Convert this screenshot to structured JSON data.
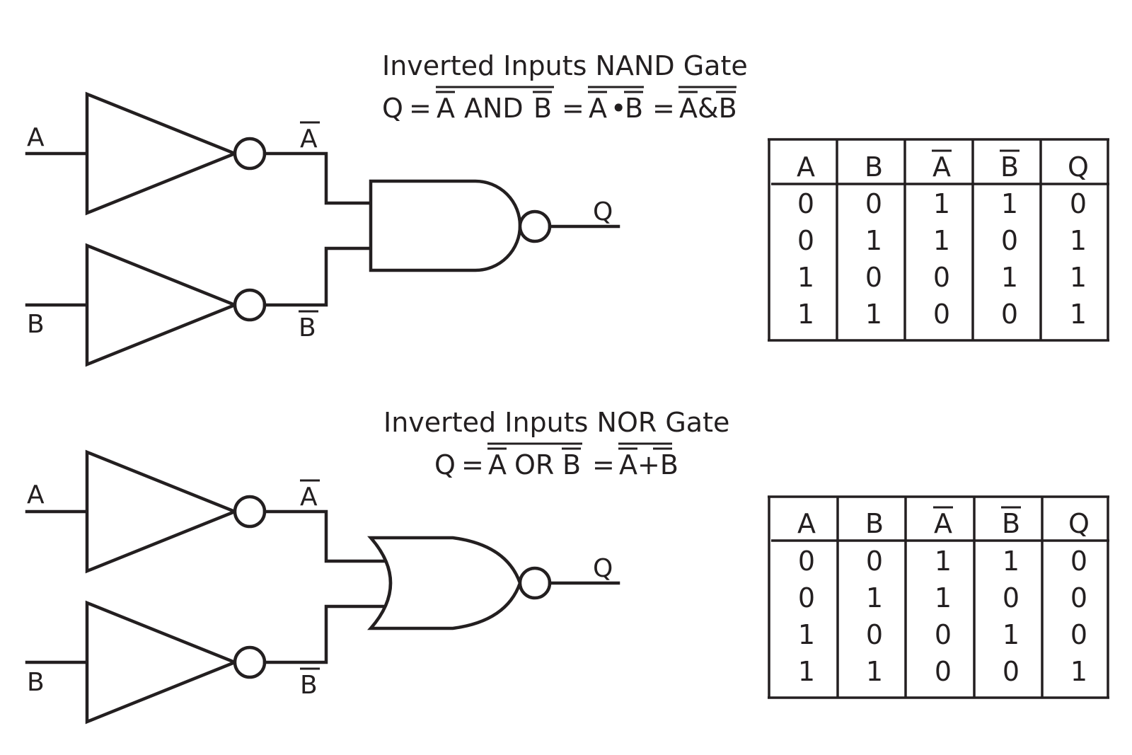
{
  "nand": {
    "title": "Inverted Inputs NAND Gate",
    "eq": {
      "q": "Q",
      "eq1": "=",
      "term1_a": "A",
      "term1_and": "AND",
      "term1_b": "B",
      "eq2": "=",
      "term2_a": "A",
      "term2_op": "•",
      "term2_b": "B",
      "eq3": "=",
      "term3": "A&B"
    },
    "labels": {
      "in_a": "A",
      "in_b": "B",
      "a_bar": "A",
      "b_bar": "B",
      "out": "Q"
    },
    "table": {
      "headers": [
        "A",
        "B",
        "A",
        "B",
        "Q"
      ],
      "rows": [
        [
          "0",
          "0",
          "1",
          "1",
          "0"
        ],
        [
          "0",
          "1",
          "1",
          "0",
          "1"
        ],
        [
          "1",
          "0",
          "0",
          "1",
          "1"
        ],
        [
          "1",
          "1",
          "0",
          "0",
          "1"
        ]
      ]
    }
  },
  "nor": {
    "title": "Inverted Inputs NOR Gate",
    "eq": {
      "q": "Q",
      "eq1": "=",
      "term1_a": "A",
      "term1_or": "OR",
      "term1_b": "B",
      "eq2": "=",
      "term2": "A+B"
    },
    "labels": {
      "in_a": "A",
      "in_b": "B",
      "a_bar": "A",
      "b_bar": "B",
      "out": "Q"
    },
    "table": {
      "headers": [
        "A",
        "B",
        "A",
        "B",
        "Q"
      ],
      "rows": [
        [
          "0",
          "0",
          "1",
          "1",
          "0"
        ],
        [
          "0",
          "1",
          "1",
          "0",
          "0"
        ],
        [
          "1",
          "0",
          "0",
          "1",
          "0"
        ],
        [
          "1",
          "1",
          "0",
          "0",
          "1"
        ]
      ]
    }
  }
}
